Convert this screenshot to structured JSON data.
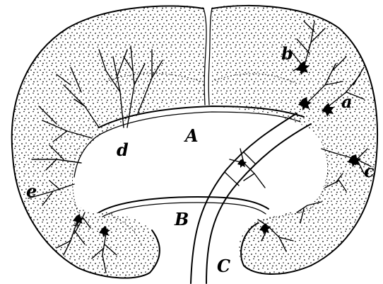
{
  "figure": {
    "labels": {
      "a": "a",
      "b": "b",
      "c": "c",
      "d": "d",
      "e": "e",
      "A": "A",
      "B": "B",
      "C": "C"
    },
    "colors": {
      "ink": "#000000",
      "paper": "#ffffff"
    }
  }
}
